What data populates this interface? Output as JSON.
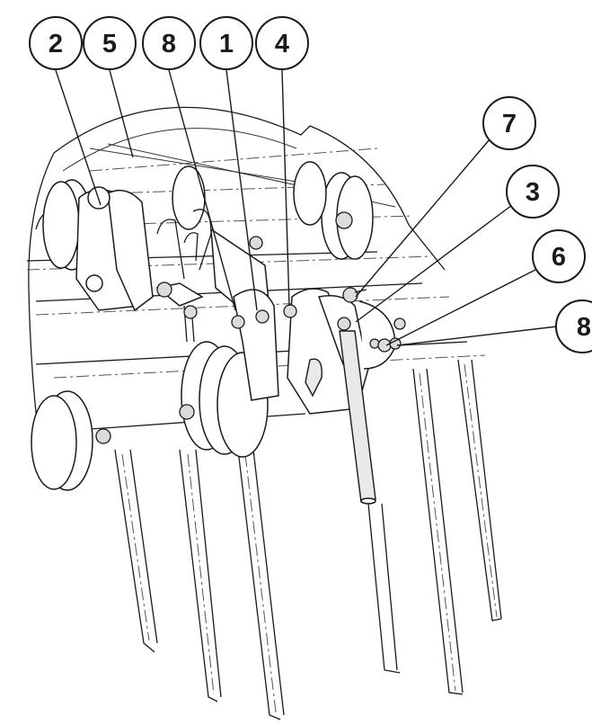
{
  "callouts": [
    {
      "label": "2"
    },
    {
      "label": "5"
    },
    {
      "label": "8"
    },
    {
      "label": "1"
    },
    {
      "label": "4"
    },
    {
      "label": "7"
    },
    {
      "label": "3"
    },
    {
      "label": "6"
    },
    {
      "label": "8"
    }
  ]
}
